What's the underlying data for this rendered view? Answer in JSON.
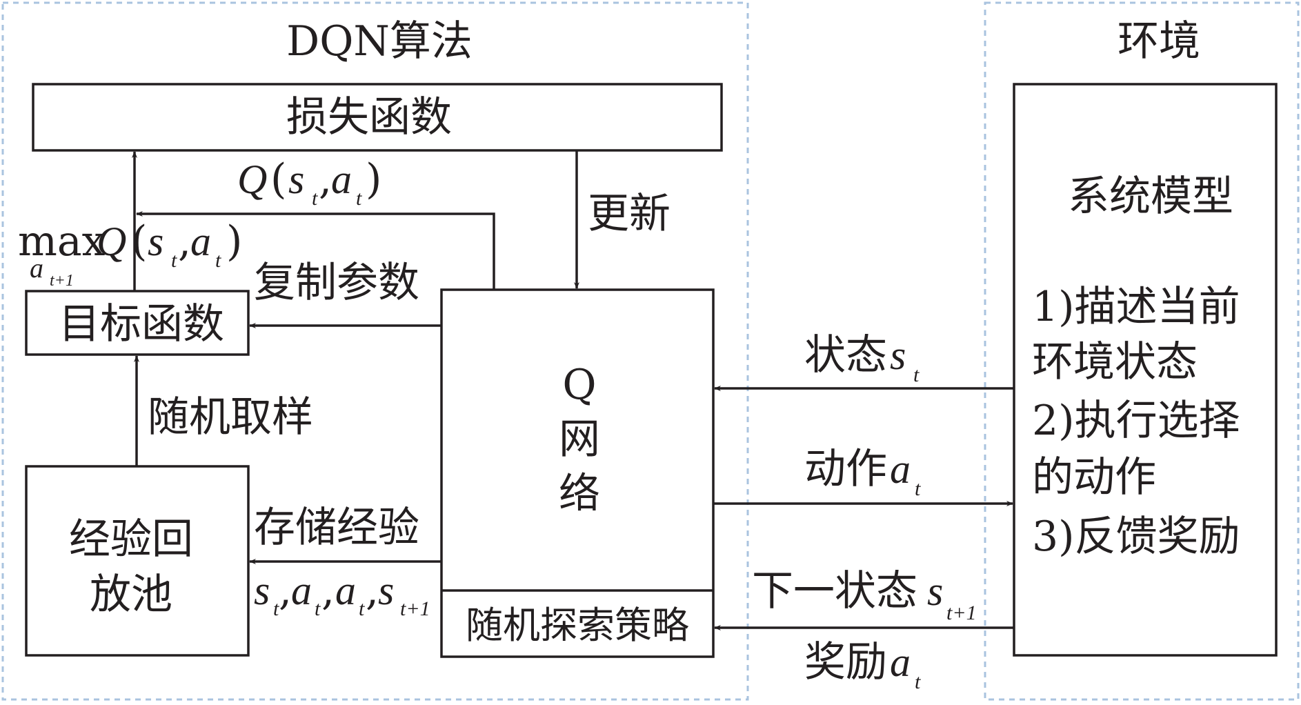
{
  "sections": {
    "dqn_title": "DQN算法",
    "env_title": "环境"
  },
  "boxes": {
    "loss_function": "损失函数",
    "target_function": "目标函数",
    "replay_buffer_line1": "经验回",
    "replay_buffer_line2": "放池",
    "q_network_line1": "Q",
    "q_network_line2": "网",
    "q_network_line3": "络",
    "exploration_policy": "随机探索策略",
    "system_model_title": "系统模型",
    "system_model_items": [
      "1)描述当前",
      "环境状态",
      "2)执行选择",
      "的动作",
      "3)反馈奖励"
    ]
  },
  "edges": {
    "update": "更新",
    "copy_params": "复制参数",
    "random_sampling": "随机取样",
    "store_experience": "存储经验",
    "q_value_fn": "Q",
    "q_value_args_open": "(",
    "q_value_s": "s",
    "q_value_s_sub": "t",
    "q_value_comma": ",",
    "q_value_a": "a",
    "q_value_a_sub": "t",
    "q_value_close": ")",
    "max_label": "max",
    "max_sub_a": "a",
    "max_sub_t": "t+1",
    "max_q": "Q",
    "max_open": "(",
    "max_s": "s",
    "max_s_sub": "t",
    "max_comma": ",",
    "max_a": "a",
    "max_a_sub": "t",
    "max_close": ")",
    "tuple_s": "s",
    "tuple_s_sub": "t",
    "tuple_a1": "a",
    "tuple_a1_sub": "t",
    "tuple_a2": "a",
    "tuple_a2_sub": "t",
    "tuple_s2": "s",
    "tuple_s2_sub": "t+1",
    "tuple_comma": ",",
    "state_label": "状态",
    "state_var": "s",
    "state_sub": "t",
    "action_label": "动作",
    "action_var": "a",
    "action_sub": "t",
    "next_state_label": "下一状态",
    "next_state_var": "s",
    "next_state_sub": "t+1",
    "reward_label": "奖励",
    "reward_var": "a",
    "reward_sub": "t"
  }
}
